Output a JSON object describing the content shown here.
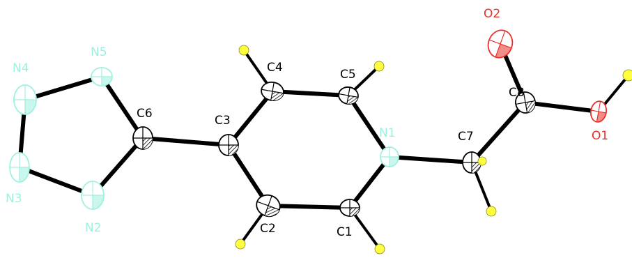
{
  "colors": {
    "carbon": "#000000",
    "nitrogen": "#9ff0df",
    "oxygen": "#e8302a",
    "hydrogen": "#ffff40",
    "bond": "#000000"
  },
  "atoms": [
    {
      "id": "N4",
      "label": "N4",
      "element": "N"
    },
    {
      "id": "N5",
      "label": "N5",
      "element": "N"
    },
    {
      "id": "N3",
      "label": "N3",
      "element": "N"
    },
    {
      "id": "N2",
      "label": "N2",
      "element": "N"
    },
    {
      "id": "C6",
      "label": "C6",
      "element": "C"
    },
    {
      "id": "C3",
      "label": "C3",
      "element": "C"
    },
    {
      "id": "C4",
      "label": "C4",
      "element": "C"
    },
    {
      "id": "C5",
      "label": "C5",
      "element": "C"
    },
    {
      "id": "C2",
      "label": "C2",
      "element": "C"
    },
    {
      "id": "C1",
      "label": "C1",
      "element": "C"
    },
    {
      "id": "N1",
      "label": "N1",
      "element": "N"
    },
    {
      "id": "C7",
      "label": "C7",
      "element": "C"
    },
    {
      "id": "C8",
      "label": "C8",
      "element": "C"
    },
    {
      "id": "O2",
      "label": "O2",
      "element": "O"
    },
    {
      "id": "O1",
      "label": "O1",
      "element": "O"
    },
    {
      "id": "H4",
      "label": "",
      "element": "H"
    },
    {
      "id": "H5",
      "label": "",
      "element": "H"
    },
    {
      "id": "H2",
      "label": "",
      "element": "H"
    },
    {
      "id": "H1",
      "label": "",
      "element": "H"
    },
    {
      "id": "H7a",
      "label": "",
      "element": "H"
    },
    {
      "id": "H7b",
      "label": "",
      "element": "H"
    },
    {
      "id": "H1o",
      "label": "",
      "element": "H"
    }
  ],
  "bonds": [
    [
      "N4",
      "N5"
    ],
    [
      "N4",
      "N3"
    ],
    [
      "N3",
      "N2"
    ],
    [
      "N5",
      "C6"
    ],
    [
      "N2",
      "C6"
    ],
    [
      "C6",
      "C3"
    ],
    [
      "C3",
      "C4"
    ],
    [
      "C3",
      "C2"
    ],
    [
      "C4",
      "C5"
    ],
    [
      "C2",
      "C1"
    ],
    [
      "C5",
      "N1"
    ],
    [
      "C1",
      "N1"
    ],
    [
      "N1",
      "C7"
    ],
    [
      "C7",
      "C8"
    ],
    [
      "C8",
      "O2"
    ],
    [
      "C8",
      "O1"
    ],
    [
      "C4",
      "H4"
    ],
    [
      "C5",
      "H5"
    ],
    [
      "C2",
      "H2"
    ],
    [
      "C1",
      "H1"
    ],
    [
      "C7",
      "H7a"
    ],
    [
      "C7",
      "H7b"
    ],
    [
      "O1",
      "H1o"
    ]
  ]
}
